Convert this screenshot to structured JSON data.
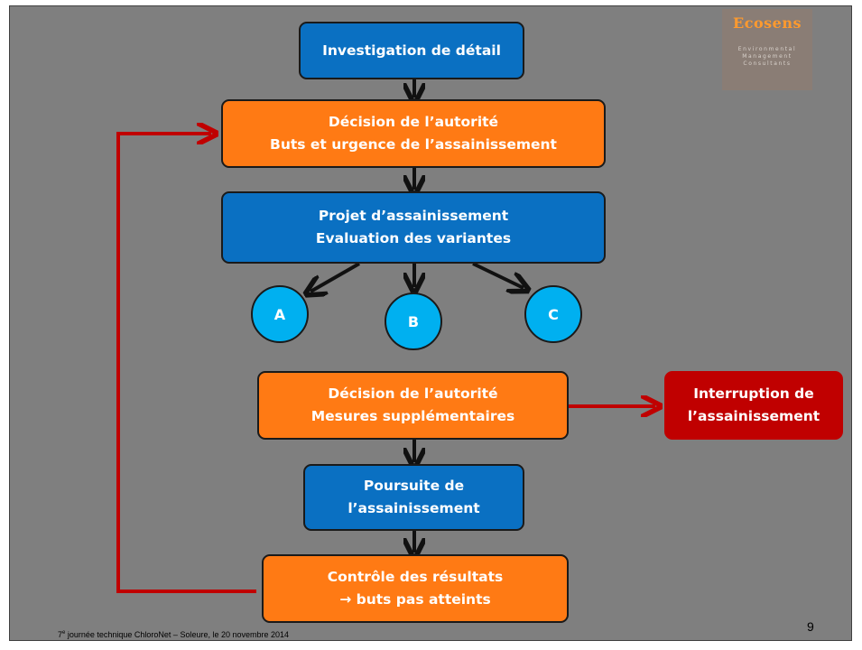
{
  "logo": {
    "name": "Ecosens",
    "lines": [
      "Environmental",
      "Management",
      "Consultants"
    ]
  },
  "nodes": {
    "investigation": "Investigation de détail",
    "decision1": "Décision de l’autorité\nButs et urgence de l’assainissement",
    "projet": "Projet d’assainissement\nEvaluation des variantes",
    "variant_a": "A",
    "variant_b": "B",
    "variant_c": "C",
    "decision2": "Décision de l’autorité\nMesures supplémentaires",
    "interruption": "Interruption de\nl’assainissement",
    "poursuite": "Poursuite de\nl’assainissement",
    "controle": "Contrôle des résultats\n→ buts pas atteints"
  },
  "colors": {
    "blue": "#0a70c2",
    "orange": "#ff7a14",
    "red": "#c00000",
    "cyan": "#00b0f0",
    "background": "#7f7f7f"
  },
  "footer": {
    "ordinal": "7",
    "sup": "e",
    "text": " journée technique ChloroNet – Soleure, le 20 novembre 2014"
  },
  "page_number": "9"
}
